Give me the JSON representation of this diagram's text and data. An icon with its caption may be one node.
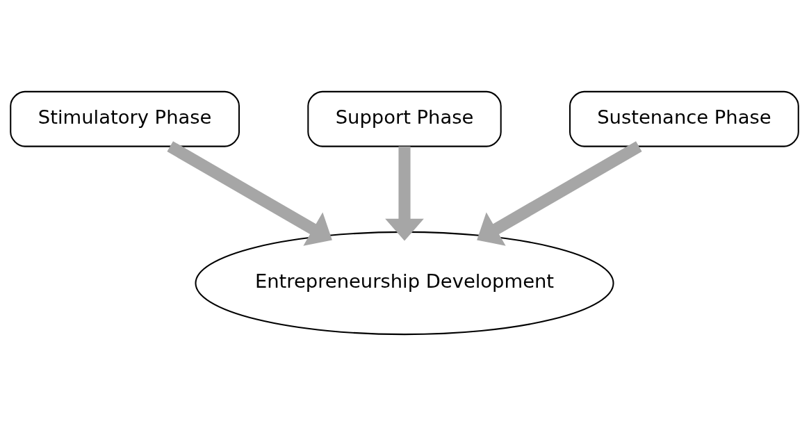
{
  "diagram": {
    "nodes": [
      {
        "text": [
          "Stimulatory Phase"
        ]
      },
      {
        "text": [
          "Support Phase"
        ]
      },
      {
        "text": [
          "Sustenance Phase"
        ]
      },
      {
        "text": [
          "Entrepreneurship Development"
        ]
      }
    ],
    "edges": [
      {
        "from": 0,
        "to": 3,
        "arrow": "to"
      },
      {
        "from": 1,
        "to": 3,
        "arrow": "to"
      },
      {
        "from": 2,
        "to": 3,
        "arrow": "to"
      }
    ]
  }
}
